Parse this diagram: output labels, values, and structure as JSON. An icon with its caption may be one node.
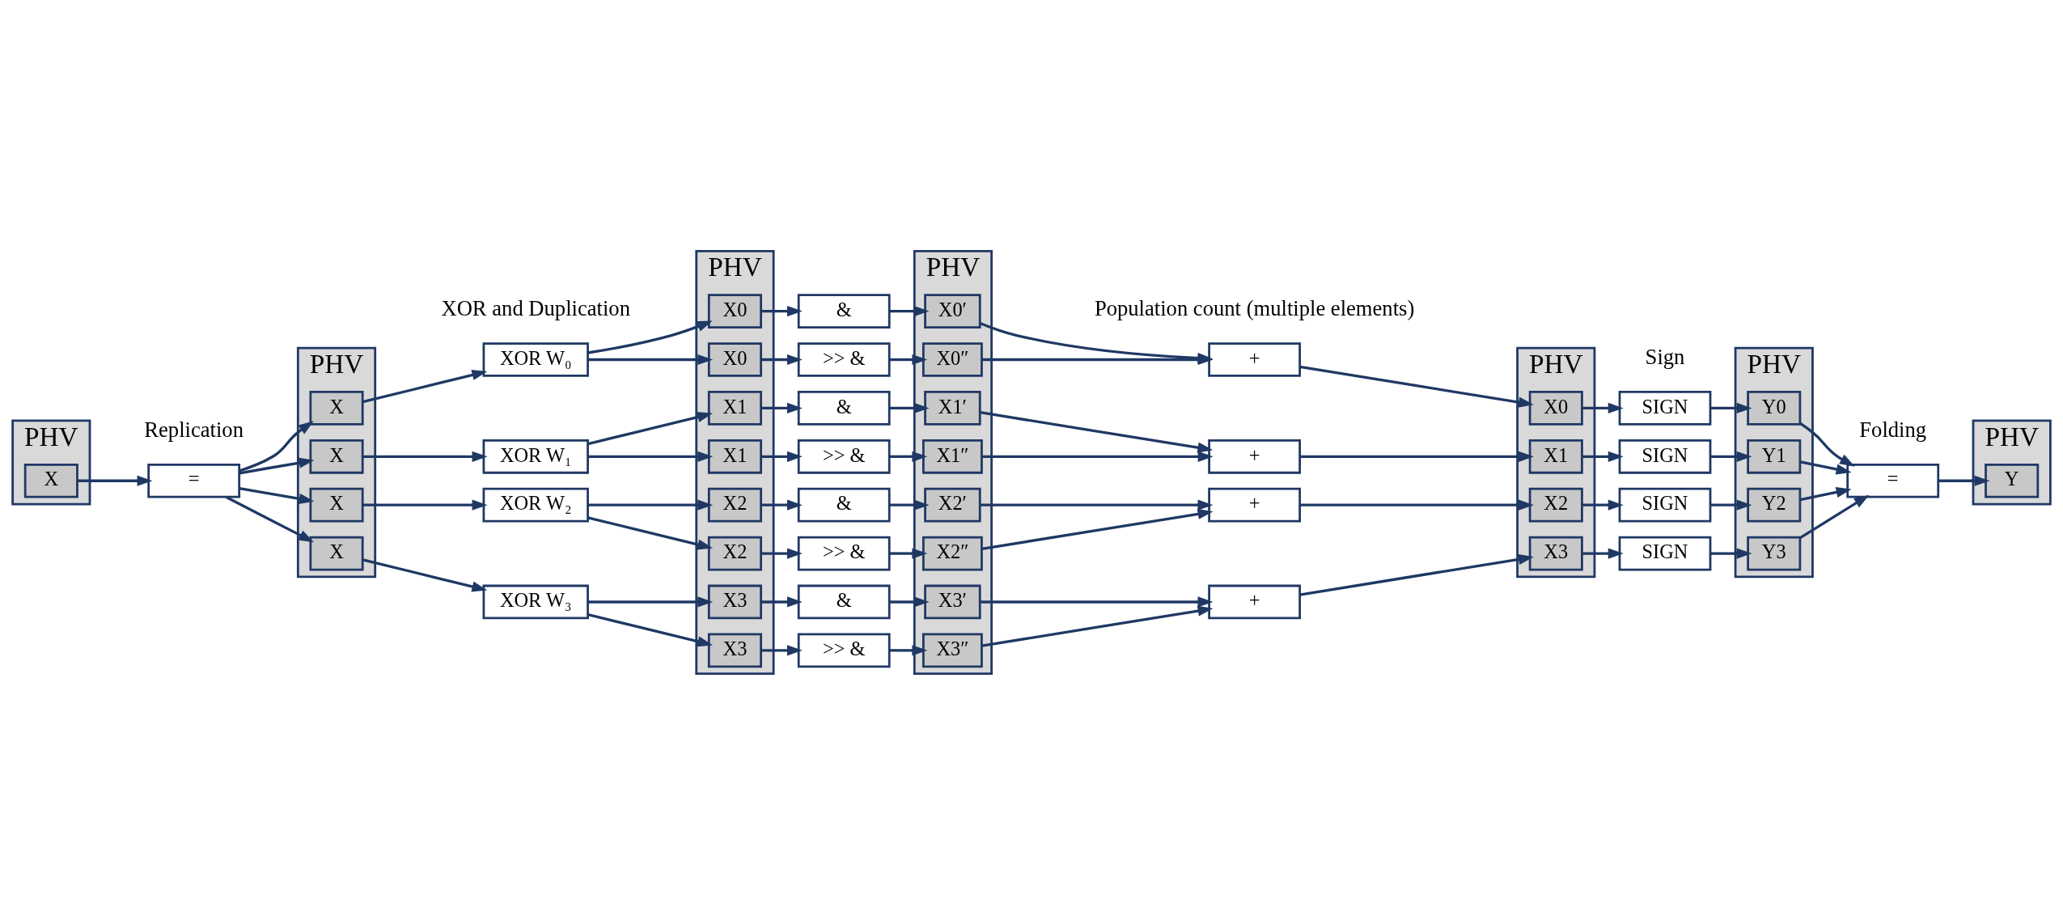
{
  "diagram": {
    "nodes": [
      {
        "text": [
          "PHV"
        ]
      },
      {
        "text": [
          "X"
        ],
        "in": 0
      },
      {
        "text": [
          "="
        ]
      },
      {
        "text": [
          "PHV"
        ]
      },
      {
        "text": [
          "X"
        ],
        "in": 3
      },
      {
        "text": [
          "X"
        ],
        "in": 3
      },
      {
        "text": [
          "X"
        ],
        "in": 3
      },
      {
        "text": [
          "X"
        ],
        "in": 3
      },
      {
        "text": [
          "XOR W₀"
        ]
      },
      {
        "text": [
          "XOR W₁"
        ]
      },
      {
        "text": [
          "XOR W₂"
        ]
      },
      {
        "text": [
          "XOR W₃"
        ]
      },
      {
        "text": [
          "PHV"
        ]
      },
      {
        "text": [
          "X0"
        ],
        "in": 12
      },
      {
        "text": [
          "X0"
        ],
        "in": 12
      },
      {
        "text": [
          "X1"
        ],
        "in": 12
      },
      {
        "text": [
          "X1"
        ],
        "in": 12
      },
      {
        "text": [
          "X2"
        ],
        "in": 12
      },
      {
        "text": [
          "X2"
        ],
        "in": 12
      },
      {
        "text": [
          "X3"
        ],
        "in": 12
      },
      {
        "text": [
          "X3"
        ],
        "in": 12
      },
      {
        "text": [
          "&"
        ]
      },
      {
        "text": [
          ">> &"
        ]
      },
      {
        "text": [
          "&"
        ]
      },
      {
        "text": [
          ">> &"
        ]
      },
      {
        "text": [
          "&"
        ]
      },
      {
        "text": [
          ">> &"
        ]
      },
      {
        "text": [
          "&"
        ]
      },
      {
        "text": [
          ">> &"
        ]
      },
      {
        "text": [
          "PHV"
        ]
      },
      {
        "text": [
          "X0′"
        ],
        "in": 29
      },
      {
        "text": [
          "X0″"
        ],
        "in": 29
      },
      {
        "text": [
          "X1′"
        ],
        "in": 29
      },
      {
        "text": [
          "X1″"
        ],
        "in": 29
      },
      {
        "text": [
          "X2′"
        ],
        "in": 29
      },
      {
        "text": [
          "X2″"
        ],
        "in": 29
      },
      {
        "text": [
          "X3′"
        ],
        "in": 29
      },
      {
        "text": [
          "X3″"
        ],
        "in": 29
      },
      {
        "text": [
          "+"
        ]
      },
      {
        "text": [
          "+"
        ]
      },
      {
        "text": [
          "+"
        ]
      },
      {
        "text": [
          "+"
        ]
      },
      {
        "text": [
          "PHV"
        ]
      },
      {
        "text": [
          "X0"
        ],
        "in": 42
      },
      {
        "text": [
          "X1"
        ],
        "in": 42
      },
      {
        "text": [
          "X2"
        ],
        "in": 42
      },
      {
        "text": [
          "X3"
        ],
        "in": 42
      },
      {
        "text": [
          "SIGN"
        ]
      },
      {
        "text": [
          "SIGN"
        ]
      },
      {
        "text": [
          "SIGN"
        ]
      },
      {
        "text": [
          "SIGN"
        ]
      },
      {
        "text": [
          "PHV"
        ]
      },
      {
        "text": [
          "Y0"
        ],
        "in": 51
      },
      {
        "text": [
          "Y1"
        ],
        "in": 51
      },
      {
        "text": [
          "Y2"
        ],
        "in": 51
      },
      {
        "text": [
          "Y3"
        ],
        "in": 51
      },
      {
        "text": [
          "="
        ]
      },
      {
        "text": [
          "PHV"
        ]
      },
      {
        "text": [
          "Y"
        ],
        "in": 57
      }
    ],
    "edges": [
      {
        "from": 1,
        "to": 2,
        "arrow": "to"
      },
      {
        "from": 2,
        "to": 4,
        "arrow": "to"
      },
      {
        "from": 2,
        "to": 5,
        "arrow": "to"
      },
      {
        "from": 2,
        "to": 6,
        "arrow": "to"
      },
      {
        "from": 2,
        "to": 7,
        "arrow": "to"
      },
      {
        "from": 4,
        "to": 8,
        "arrow": "to"
      },
      {
        "from": 5,
        "to": 9,
        "arrow": "to"
      },
      {
        "from": 6,
        "to": 10,
        "arrow": "to"
      },
      {
        "from": 7,
        "to": 11,
        "arrow": "to"
      },
      {
        "from": 8,
        "to": 13,
        "arrow": "to"
      },
      {
        "from": 8,
        "to": 14,
        "arrow": "to"
      },
      {
        "from": 9,
        "to": 15,
        "arrow": "to"
      },
      {
        "from": 9,
        "to": 16,
        "arrow": "to"
      },
      {
        "from": 10,
        "to": 17,
        "arrow": "to"
      },
      {
        "from": 10,
        "to": 18,
        "arrow": "to"
      },
      {
        "from": 11,
        "to": 19,
        "arrow": "to"
      },
      {
        "from": 11,
        "to": 20,
        "arrow": "to"
      },
      {
        "from": 13,
        "to": 21,
        "arrow": "to"
      },
      {
        "from": 14,
        "to": 22,
        "arrow": "to"
      },
      {
        "from": 15,
        "to": 23,
        "arrow": "to"
      },
      {
        "from": 16,
        "to": 24,
        "arrow": "to"
      },
      {
        "from": 17,
        "to": 25,
        "arrow": "to"
      },
      {
        "from": 18,
        "to": 26,
        "arrow": "to"
      },
      {
        "from": 19,
        "to": 27,
        "arrow": "to"
      },
      {
        "from": 20,
        "to": 28,
        "arrow": "to"
      },
      {
        "from": 21,
        "to": 30,
        "arrow": "to"
      },
      {
        "from": 22,
        "to": 31,
        "arrow": "to"
      },
      {
        "from": 23,
        "to": 32,
        "arrow": "to"
      },
      {
        "from": 24,
        "to": 33,
        "arrow": "to"
      },
      {
        "from": 25,
        "to": 34,
        "arrow": "to"
      },
      {
        "from": 26,
        "to": 35,
        "arrow": "to"
      },
      {
        "from": 27,
        "to": 36,
        "arrow": "to"
      },
      {
        "from": 28,
        "to": 37,
        "arrow": "to"
      },
      {
        "from": 30,
        "to": 38,
        "arrow": "to"
      },
      {
        "from": 31,
        "to": 38,
        "arrow": "to"
      },
      {
        "from": 32,
        "to": 39,
        "arrow": "to"
      },
      {
        "from": 33,
        "to": 39,
        "arrow": "to"
      },
      {
        "from": 34,
        "to": 40,
        "arrow": "to"
      },
      {
        "from": 35,
        "to": 40,
        "arrow": "to"
      },
      {
        "from": 36,
        "to": 41,
        "arrow": "to"
      },
      {
        "from": 37,
        "to": 41,
        "arrow": "to"
      },
      {
        "from": 38,
        "to": 43,
        "arrow": "to"
      },
      {
        "from": 39,
        "to": 44,
        "arrow": "to"
      },
      {
        "from": 40,
        "to": 45,
        "arrow": "to"
      },
      {
        "from": 41,
        "to": 46,
        "arrow": "to"
      },
      {
        "from": 43,
        "to": 47,
        "arrow": "to"
      },
      {
        "from": 44,
        "to": 48,
        "arrow": "to"
      },
      {
        "from": 45,
        "to": 49,
        "arrow": "to"
      },
      {
        "from": 46,
        "to": 50,
        "arrow": "to"
      },
      {
        "from": 47,
        "to": 52,
        "arrow": "to"
      },
      {
        "from": 48,
        "to": 53,
        "arrow": "to"
      },
      {
        "from": 49,
        "to": 54,
        "arrow": "to"
      },
      {
        "from": 50,
        "to": 55,
        "arrow": "to"
      },
      {
        "from": 52,
        "to": 56,
        "arrow": "to"
      },
      {
        "from": 53,
        "to": 56,
        "arrow": "to"
      },
      {
        "from": 54,
        "to": 56,
        "arrow": "to"
      },
      {
        "from": 55,
        "to": 56,
        "arrow": "to"
      },
      {
        "from": 56,
        "to": 58,
        "arrow": "to"
      }
    ],
    "labels": [
      "Replication",
      "XOR and Duplication",
      "Population count (multiple elements)",
      "Sign",
      "Folding"
    ]
  }
}
